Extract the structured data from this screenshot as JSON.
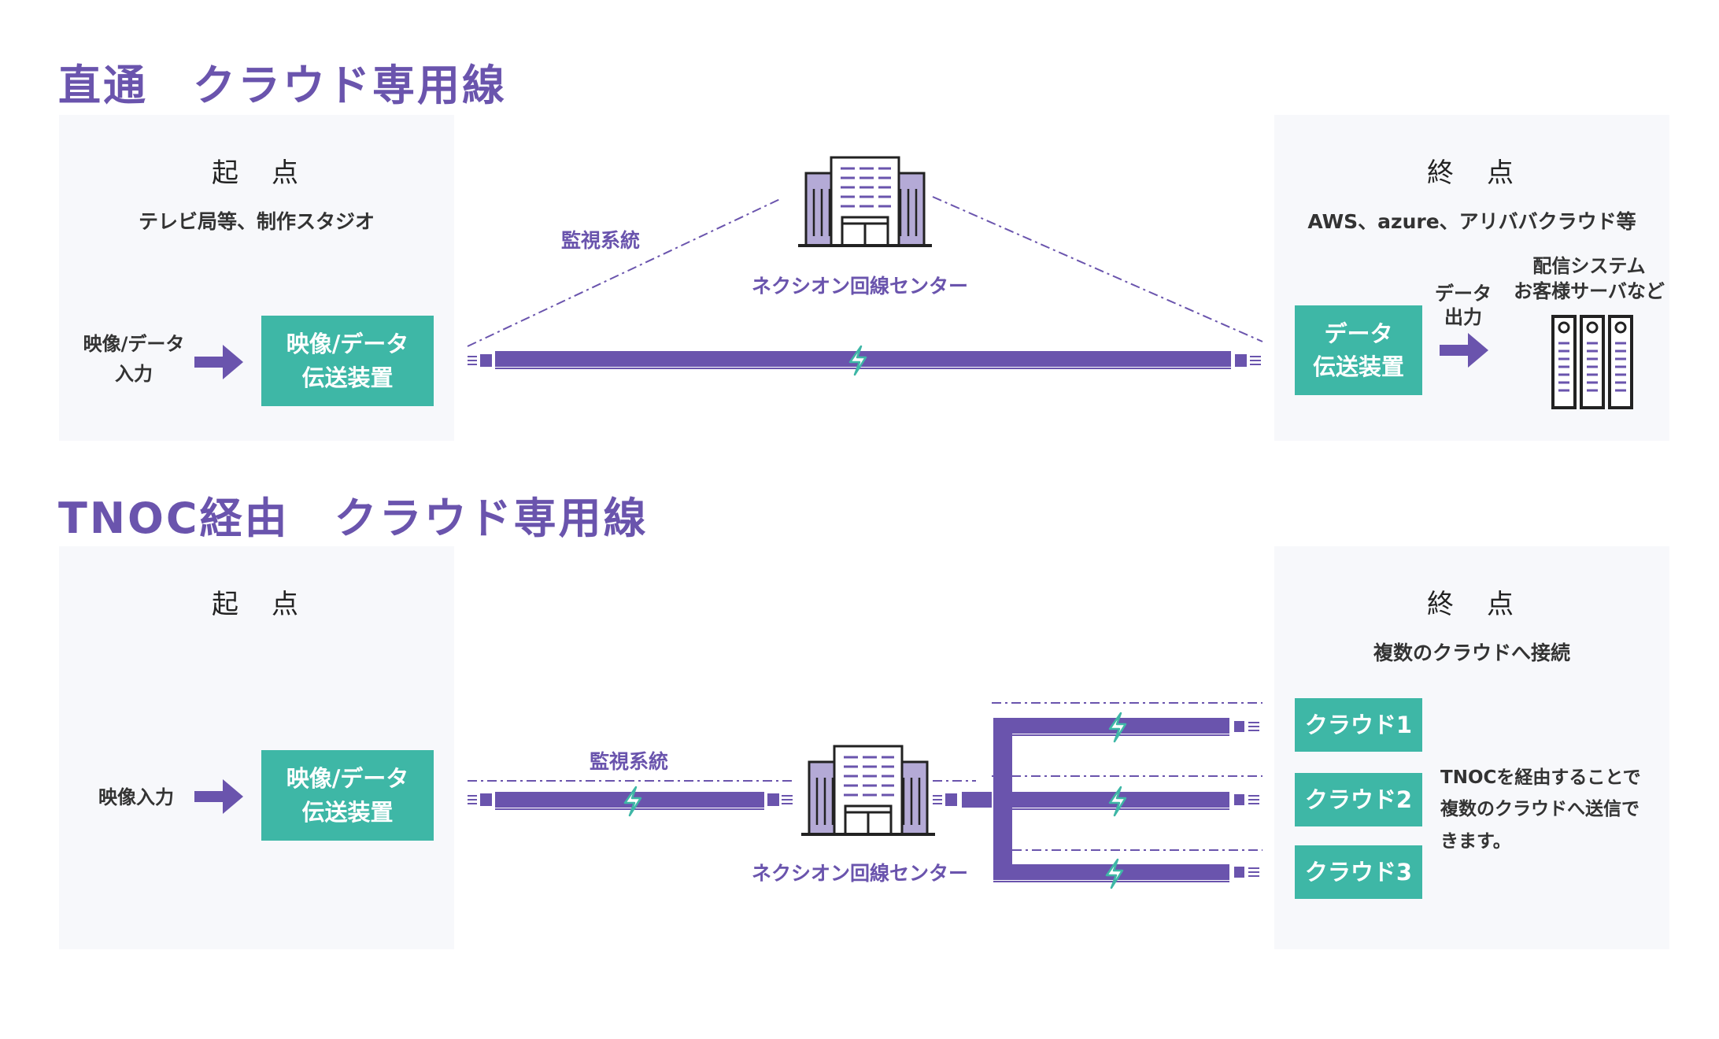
{
  "colors": {
    "purple": "#6a54ad",
    "teal": "#3eb7a6",
    "panel_bg": "#f7f8fb"
  },
  "direct": {
    "title": "直通　クラウド専用線",
    "origin": {
      "heading": "起　点",
      "subtitle": "テレビ局等、制作スタジオ",
      "input_label_1": "映像/データ",
      "input_label_2": "入力",
      "device_line_1": "映像/データ",
      "device_line_2": "伝送装置"
    },
    "center": {
      "monitoring_label": "監視系統",
      "center_label": "ネクシオン回線センター"
    },
    "destination": {
      "heading": "終　点",
      "subtitle": "AWS、azure、アリババクラウド等",
      "device_line_1": "データ",
      "device_line_2": "伝送装置",
      "output_label_1": "データ",
      "output_label_2": "出力",
      "server_label_1": "配信システム",
      "server_label_2": "お客様サーバなど"
    }
  },
  "tnoc": {
    "title": "TNOC経由　クラウド専用線",
    "origin": {
      "heading": "起　点",
      "input_label": "映像入力",
      "device_line_1": "映像/データ",
      "device_line_2": "伝送装置"
    },
    "center": {
      "monitoring_label": "監視系統",
      "center_label": "ネクシオン回線センター"
    },
    "destination": {
      "heading": "終　点",
      "subtitle": "複数のクラウドへ接続",
      "clouds": [
        "クラウド1",
        "クラウド2",
        "クラウド3"
      ],
      "note_1": "TNOCを経由することで",
      "note_2": "複数のクラウドへ送信で",
      "note_3": "きます。"
    }
  },
  "icons": {
    "building": "building-icon",
    "arrow": "arrow-right-icon",
    "lightning": "lightning-icon",
    "connector": "connector-icon",
    "server": "server-rack-icon"
  }
}
